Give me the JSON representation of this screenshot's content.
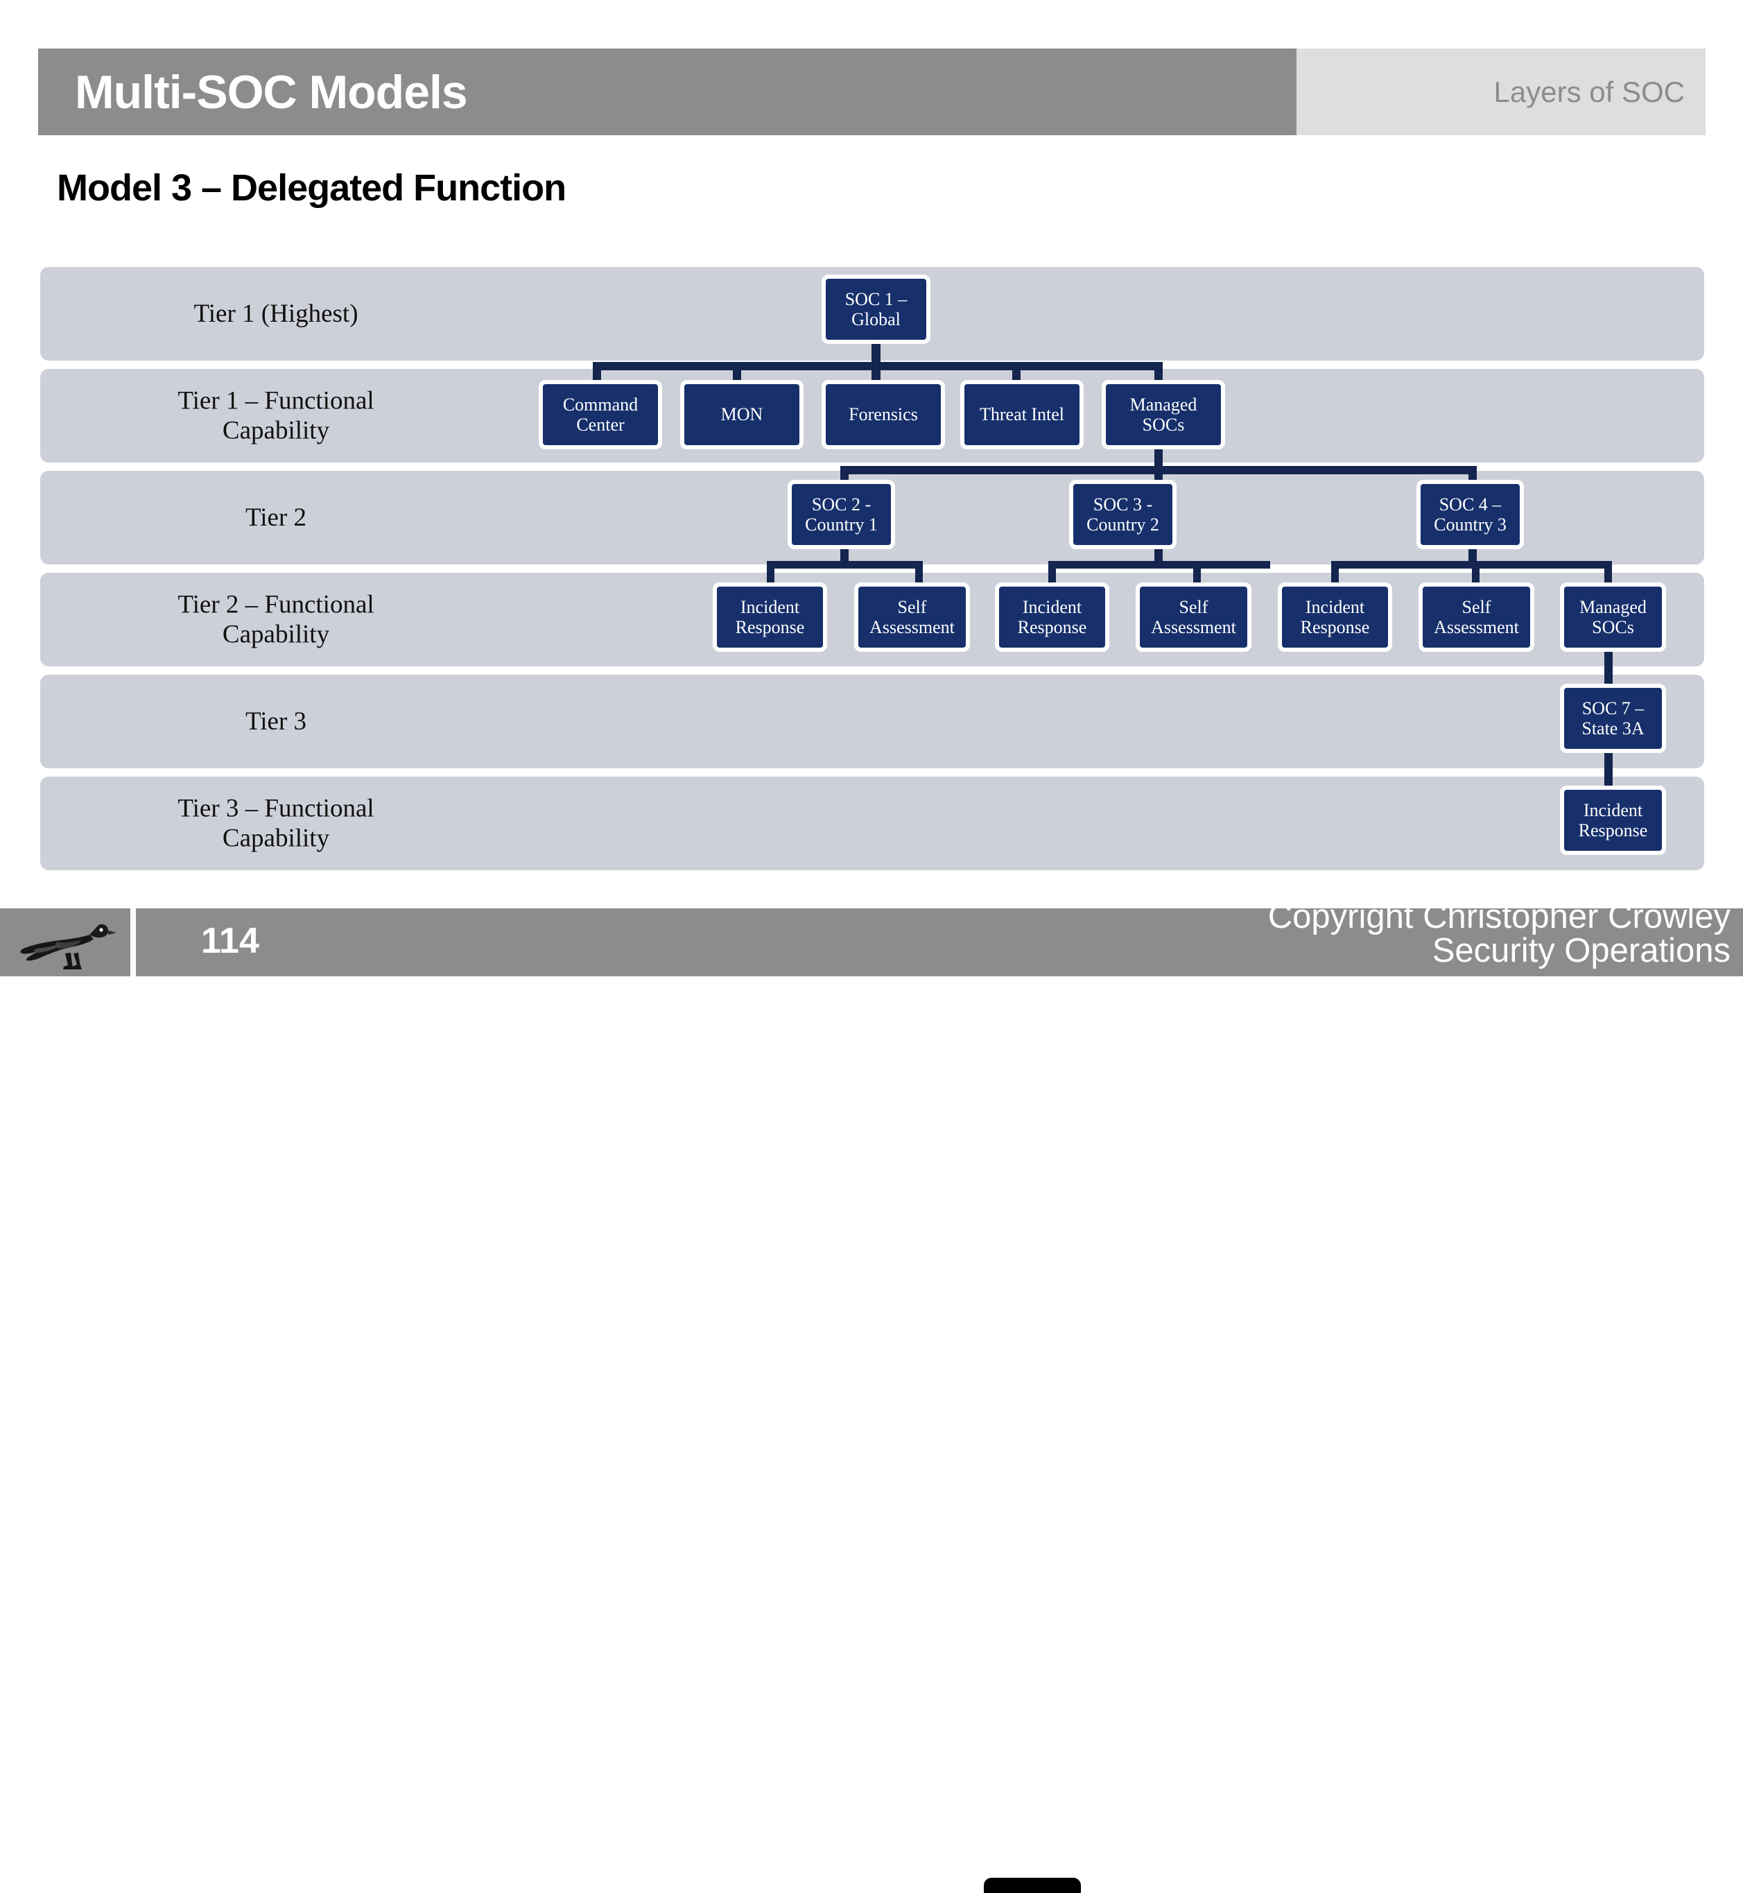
{
  "header": {
    "title": "Multi-SOC Models",
    "subtitle": "Layers of SOC"
  },
  "model_title": "Model 3 – Delegated Function",
  "tiers": [
    {
      "label": "Tier 1 (Highest)"
    },
    {
      "label": "Tier 1 – Functional\nCapability"
    },
    {
      "label": "Tier 2"
    },
    {
      "label": "Tier 2 – Functional\nCapability"
    },
    {
      "label": "Tier 3"
    },
    {
      "label": "Tier 3 – Functional\nCapability"
    }
  ],
  "nodes": {
    "soc1_global": "SOC 1 –\nGlobal",
    "command_center": "Command\nCenter",
    "mon": "MON",
    "forensics": "Forensics",
    "threat_intel": "Threat Intel",
    "managed_socs_t1": "Managed\nSOCs",
    "soc2_country1": "SOC 2  -\nCountry 1",
    "soc3_country2": "SOC 3 -\nCountry 2",
    "soc4_country3": "SOC 4 –\nCountry 3",
    "ir_c1": "Incident\nResponse",
    "sa_c1": "Self\nAssessment",
    "ir_c2": "Incident\nResponse",
    "sa_c2": "Self\nAssessment",
    "ir_c3": "Incident\nResponse",
    "sa_c3": "Self\nAssessment",
    "managed_socs_t2": "Managed\nSOCs",
    "soc7_state3a": "SOC 7 –\nState 3A",
    "ir_t3": "Incident\nResponse"
  },
  "footer": {
    "page_number": "114",
    "copyright_line1": "Copyright Christopher Crowley",
    "copyright_line2": "Security Operations"
  },
  "colors": {
    "node_fill": "#17306b",
    "connector": "#14264f",
    "band": "#ced0d9",
    "header_left": "#8c8c8c",
    "header_right": "#dedede"
  }
}
